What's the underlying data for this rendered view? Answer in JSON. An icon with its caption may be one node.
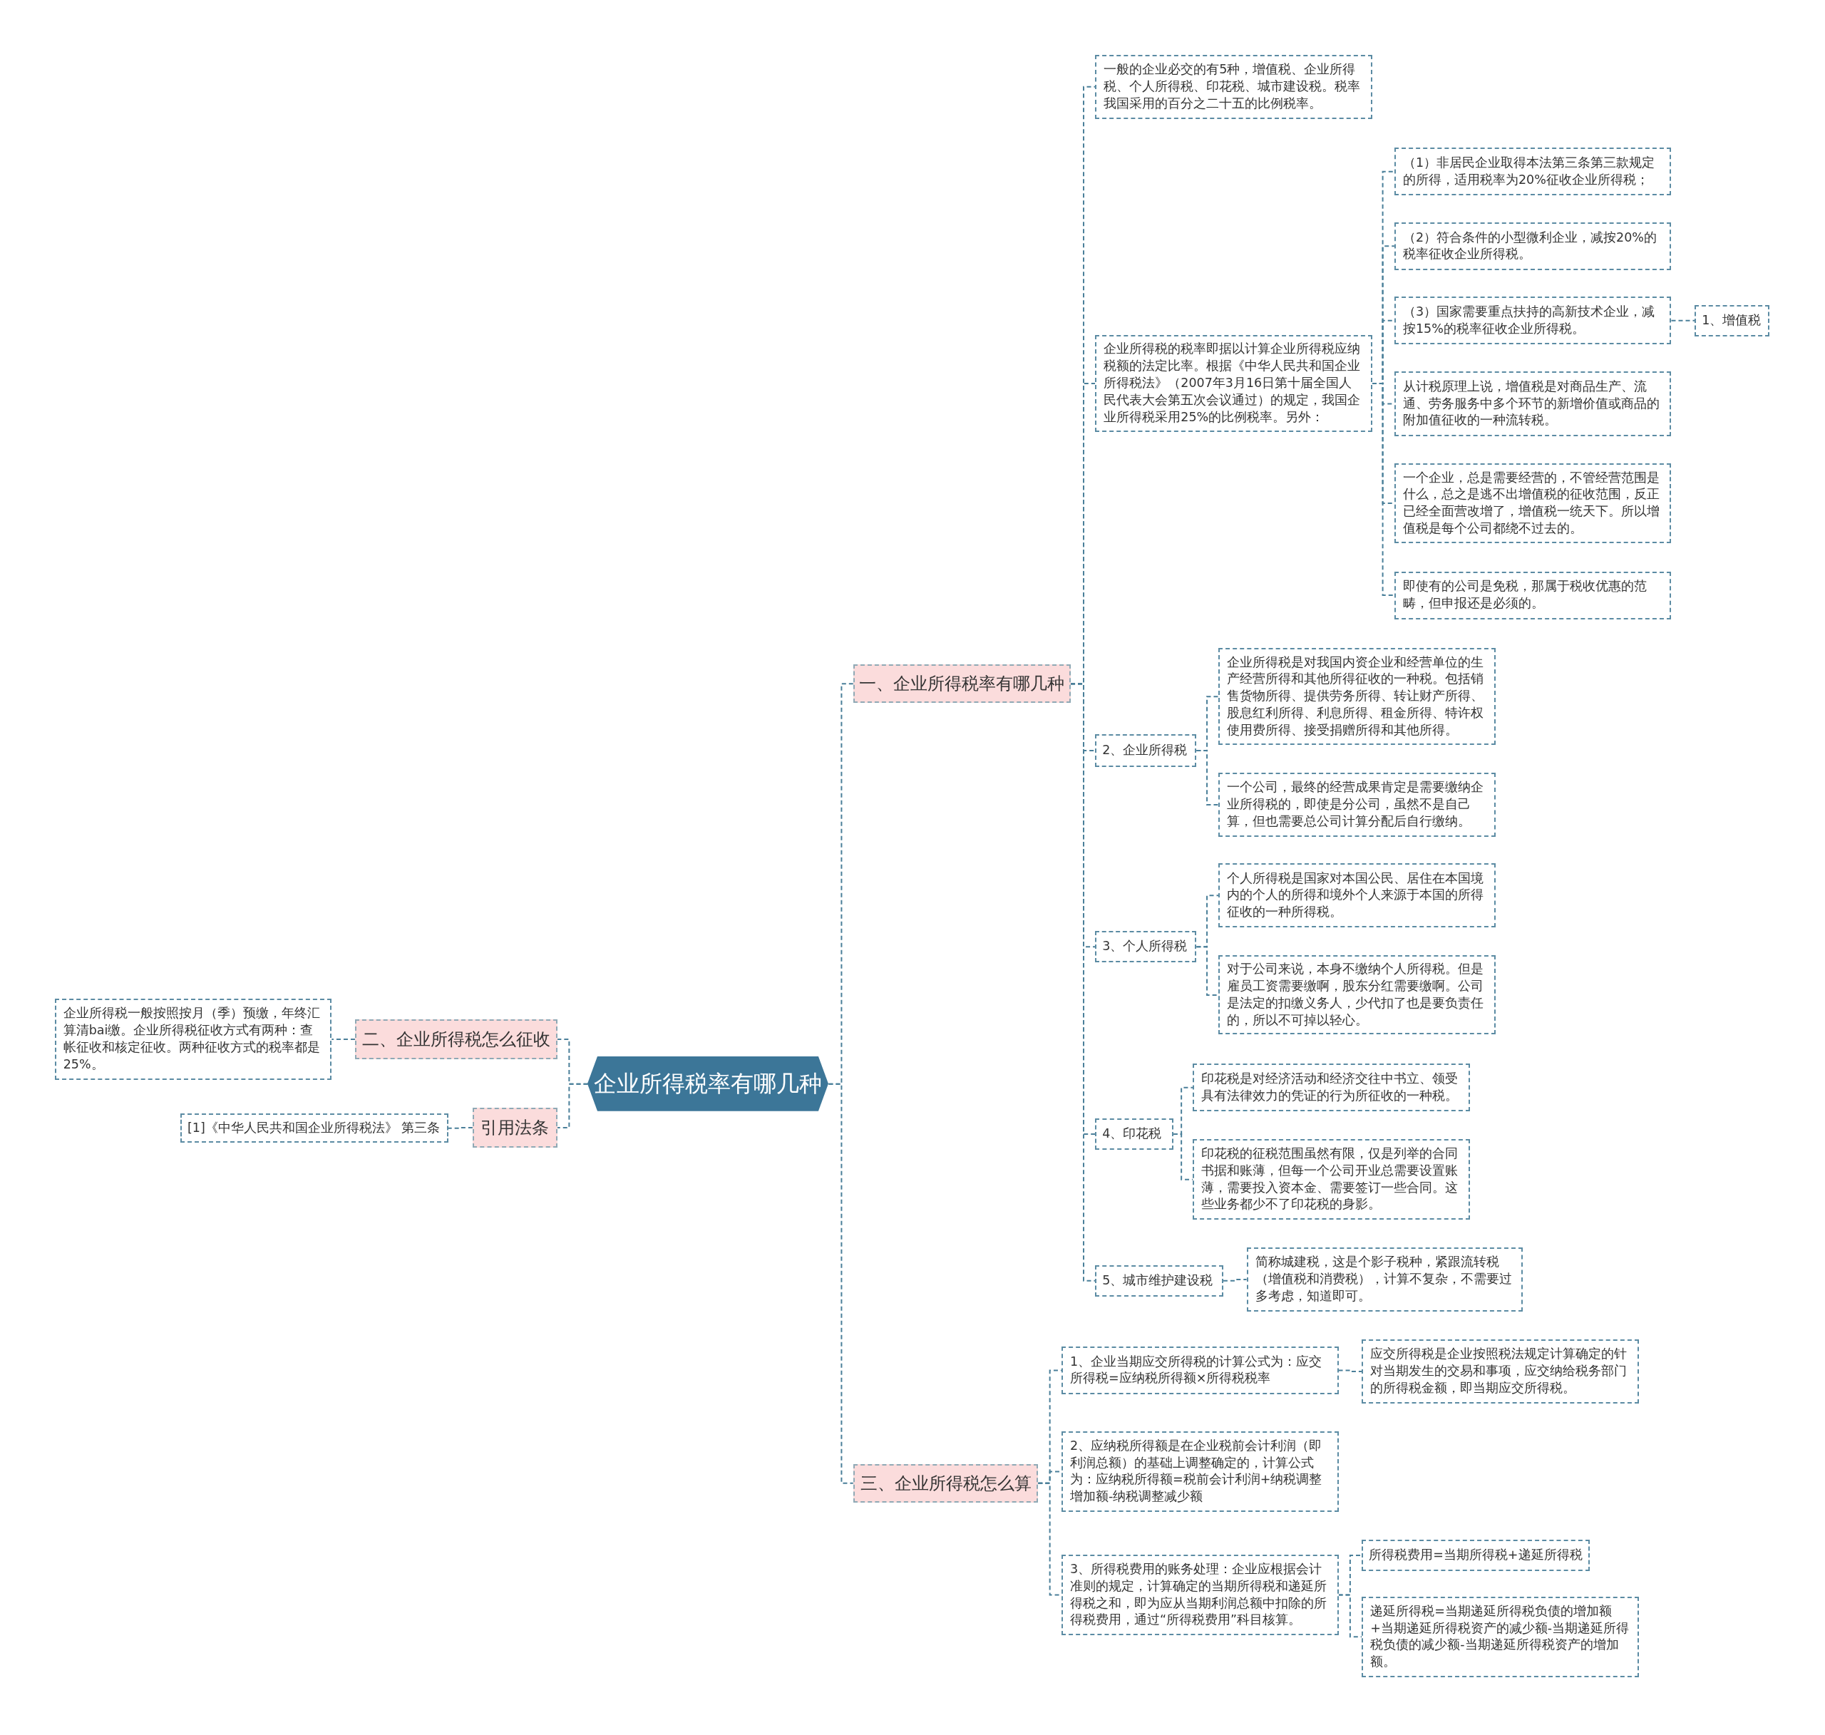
{
  "diagram": {
    "nodes": [
      {
        "text": [
          "企业所得税率有哪几种"
        ]
      },
      {
        "text": [
          "一、企业所得税率有哪几种"
        ]
      },
      {
        "text": [
          "一般的企业必交的有5种，增值税、企业所得税、个人所得税、印花税、城市建设税。税率我国采用的百分之二十五的比例税率。"
        ]
      },
      {
        "text": [
          "企业所得税的税率即据以计算企业所得税应纳税额的法定比率。根据《中华人民共和国企业所得税法》（2007年3月16日第十届全国人民代表大会第五次会议通过）的规定，我国企业所得税采用25%的比例税率。另外："
        ]
      },
      {
        "text": [
          "（1）非居民企业取得本法第三条第三款规定的所得，适用税率为20%征收企业所得税；"
        ]
      },
      {
        "text": [
          "（2）符合条件的小型微利企业，减按20%的税率征收企业所得税。"
        ]
      },
      {
        "text": [
          "（3）国家需要重点扶持的高新技术企业，减按15%的税率征收企业所得税。"
        ]
      },
      {
        "text": [
          "1、增值税"
        ]
      },
      {
        "text": [
          "从计税原理上说，增值税是对商品生产、流通、劳务服务中多个环节的新增价值或商品的附加值征收的一种流转税。"
        ]
      },
      {
        "text": [
          "一个企业，总是需要经营的，不管经营范围是什么，总之是逃不出增值税的征收范围，反正已经全面营改增了，增值税一统天下。所以增值税是每个公司都绕不过去的。"
        ]
      },
      {
        "text": [
          "即使有的公司是免税，那属于税收优惠的范畴，但申报还是必须的。"
        ]
      },
      {
        "text": [
          "2、企业所得税"
        ]
      },
      {
        "text": [
          "企业所得税是对我国内资企业和经营单位的生产经营所得和其他所得征收的一种税。包括销售货物所得、提供劳务所得、转让财产所得、股息红利所得、利息所得、租金所得、特许权使用费所得、接受捐赠所得和其他所得。"
        ]
      },
      {
        "text": [
          "一个公司，最终的经营成果肯定是需要缴纳企业所得税的，即使是分公司，虽然不是自己算，但也需要总公司计算分配后自行缴纳。"
        ]
      },
      {
        "text": [
          "3、个人所得税"
        ]
      },
      {
        "text": [
          "个人所得税是国家对本国公民、居住在本国境内的个人的所得和境外个人来源于本国的所得征收的一种所得税。"
        ]
      },
      {
        "text": [
          "对于公司来说，本身不缴纳个人所得税。但是雇员工资需要缴啊，股东分红需要缴啊。公司是法定的扣缴义务人，少代扣了也是要负责任的，所以不可掉以轻心。"
        ]
      },
      {
        "text": [
          "4、印花税"
        ]
      },
      {
        "text": [
          "印花税是对经济活动和经济交往中书立、领受具有法律效力的凭证的行为所征收的一种税。"
        ]
      },
      {
        "text": [
          "印花税的征税范围虽然有限，仅是列举的合同书据和账薄，但每一个公司开业总需要设置账薄，需要投入资本金、需要签订一些合同。这些业务都少不了印花税的身影。"
        ]
      },
      {
        "text": [
          "5、城市维护建设税"
        ]
      },
      {
        "text": [
          "简称城建税，这是个影子税种，紧跟流转税（增值税和消费税），计算不复杂，不需要过多考虑，知道即可。"
        ]
      },
      {
        "text": [
          "二、企业所得税怎么征收"
        ]
      },
      {
        "text": [
          "企业所得税一般按照按月（季）预缴，年终汇算清bai缴。企业所得税征收方式有两种：查帐征收和核定征收。两种征收方式的税率都是25%。"
        ]
      },
      {
        "text": [
          "引用法条"
        ]
      },
      {
        "text": [
          "[1]《中华人民共和国企业所得税法》 第三条"
        ]
      },
      {
        "text": [
          "三、企业所得税怎么算"
        ]
      },
      {
        "text": [
          "1、企业当期应交所得税的计算公式为：应交所得税=应纳税所得额×所得税税率"
        ]
      },
      {
        "text": [
          "应交所得税是企业按照税法规定计算确定的针对当期发生的交易和事项，应交纳给税务部门的所得税金额，即当期应交所得税。"
        ]
      },
      {
        "text": [
          "2、应纳税所得额是在企业税前会计利润（即利润总额）的基础上调整确定的，计算公式为：应纳税所得额=税前会计利润+纳税调整增加额-纳税调整减少额"
        ]
      },
      {
        "text": [
          "3、所得税费用的账务处理：企业应根据会计准则的规定，计算确定的当期所得税和递延所得税之和，即为应从当期利润总额中扣除的所得税费用，通过“所得税费用”科目核算。"
        ]
      },
      {
        "text": [
          "所得税费用=当期所得税+递延所得税"
        ]
      },
      {
        "text": [
          "递延所得税=当期递延所得税负债的增加额+当期递延所得税资产的减少额-当期递延所得税负债的减少额-当期递延所得税资产的增加额。"
        ]
      }
    ],
    "edges": [
      {
        "from": 0,
        "to": 1,
        "arrow": "none"
      },
      {
        "from": 1,
        "to": 2,
        "arrow": "none"
      },
      {
        "from": 1,
        "to": 3,
        "arrow": "none"
      },
      {
        "from": 3,
        "to": 4,
        "arrow": "none"
      },
      {
        "from": 3,
        "to": 5,
        "arrow": "none"
      },
      {
        "from": 3,
        "to": 6,
        "arrow": "none"
      },
      {
        "from": 6,
        "to": 7,
        "arrow": "none"
      },
      {
        "from": 3,
        "to": 8,
        "arrow": "none"
      },
      {
        "from": 3,
        "to": 9,
        "arrow": "none"
      },
      {
        "from": 3,
        "to": 10,
        "arrow": "none"
      },
      {
        "from": 1,
        "to": 11,
        "arrow": "none"
      },
      {
        "from": 11,
        "to": 12,
        "arrow": "none"
      },
      {
        "from": 11,
        "to": 13,
        "arrow": "none"
      },
      {
        "from": 1,
        "to": 14,
        "arrow": "none"
      },
      {
        "from": 14,
        "to": 15,
        "arrow": "none"
      },
      {
        "from": 14,
        "to": 16,
        "arrow": "none"
      },
      {
        "from": 1,
        "to": 17,
        "arrow": "none"
      },
      {
        "from": 17,
        "to": 18,
        "arrow": "none"
      },
      {
        "from": 17,
        "to": 19,
        "arrow": "none"
      },
      {
        "from": 1,
        "to": 20,
        "arrow": "none"
      },
      {
        "from": 20,
        "to": 21,
        "arrow": "none"
      },
      {
        "from": 0,
        "to": 22,
        "arrow": "none"
      },
      {
        "from": 22,
        "to": 23,
        "arrow": "none"
      },
      {
        "from": 0,
        "to": 24,
        "arrow": "none"
      },
      {
        "from": 24,
        "to": 25,
        "arrow": "none"
      },
      {
        "from": 0,
        "to": 26,
        "arrow": "none"
      },
      {
        "from": 26,
        "to": 27,
        "arrow": "none"
      },
      {
        "from": 27,
        "to": 28,
        "arrow": "none"
      },
      {
        "from": 26,
        "to": 29,
        "arrow": "none"
      },
      {
        "from": 26,
        "to": 30,
        "arrow": "none"
      },
      {
        "from": 30,
        "to": 31,
        "arrow": "none"
      },
      {
        "from": 30,
        "to": 32,
        "arrow": "none"
      }
    ]
  }
}
